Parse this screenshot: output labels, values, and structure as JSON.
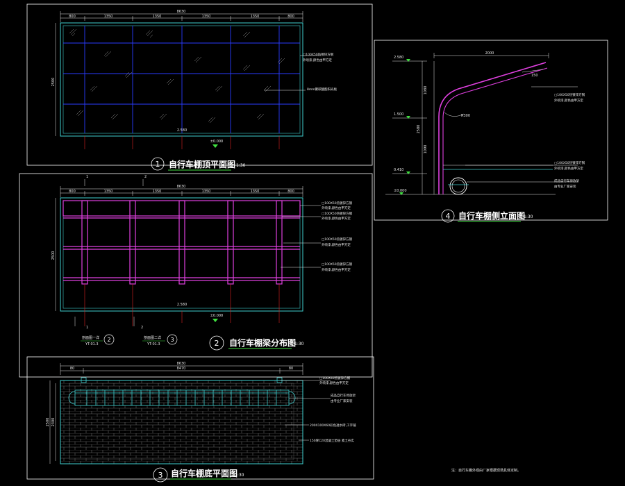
{
  "colors": {
    "background": "#000000",
    "frame": "#ffffff",
    "outline_cyan": "#3fd0d0",
    "grid_blue": "#2a3cff",
    "steel_magenta": "#e040e0",
    "axis_red": "#e02020",
    "green": "#40e040",
    "brick": "#6a6a6a"
  },
  "views": {
    "roof": {
      "number": "1",
      "title": "自行车棚顶平面图",
      "scale": "1:30",
      "total_dim": "8630",
      "segments": [
        "800",
        "1350",
        "1350",
        "1350",
        "1350",
        "800"
      ],
      "height_dim": "2500",
      "level": "2.580",
      "level_ref": "±0.000",
      "notes": [
        "□100X50热镀锌方钢",
        "外喷漆,颜色由甲方定",
        "8mm聚碳酸酯阳光板"
      ]
    },
    "beams": {
      "number": "2",
      "title": "自行车棚梁分布图",
      "scale": "1:30",
      "total_dim": "8630",
      "segments": [
        "800",
        "1350",
        "1350",
        "1350",
        "1350",
        "800"
      ],
      "height_dim": "2500",
      "level": "2.580",
      "level_ref": "±0.000",
      "axis_labels": [
        "1",
        "2"
      ],
      "sections": [
        {
          "label": "剖面图一详",
          "ref": "YT-01.3",
          "num": "2"
        },
        {
          "label": "剖面图二详",
          "ref": "YT-01.3",
          "num": "3"
        }
      ],
      "notes": [
        "□100X50热镀锌方钢",
        "外喷漆,颜色由甲方定",
        "□100X50热镀锌方钢",
        "外喷漆,颜色由甲方定",
        "□100X50热镀锌方钢",
        "外喷漆,颜色由甲方定",
        "□100X50热镀锌方钢",
        "外喷漆,颜色由甲方定"
      ]
    },
    "base": {
      "number": "3",
      "title": "自行车棚底平面图",
      "scale": "1:30",
      "total_dim": "8630",
      "segments": [
        "80",
        "8470",
        "80"
      ],
      "height_dim": "2500",
      "height_dim_inner": "2300",
      "notes": [
        "□100X50热镀锌方钢",
        "外喷漆,颜色由甲方定",
        "成品自行车停放架",
        "由专业厂家安装",
        "200X100X60彩色透水砖,工字铺",
        "150厚C20混凝土垫层 素土夯实"
      ]
    },
    "elevation": {
      "number": "4",
      "title": "自行车棚侧立面图",
      "scale": "1:30",
      "top_dim": "2000",
      "slope_dim": "150",
      "angle": "R300",
      "levels": [
        "2.580",
        "1.500",
        "0.410",
        "±0.000"
      ],
      "vertical_dims": [
        "1080",
        "2580",
        "1090"
      ],
      "notes": [
        "□100X50热镀锌方钢",
        "外喷漆,颜色由甲方定",
        "□100X50热镀锌方钢",
        "外喷漆,颜色由甲方定",
        "成品自行车停放架",
        "由专业厂家安装"
      ]
    }
  },
  "footnote": "注：自行车棚外观由厂家根据现场具体定制。"
}
